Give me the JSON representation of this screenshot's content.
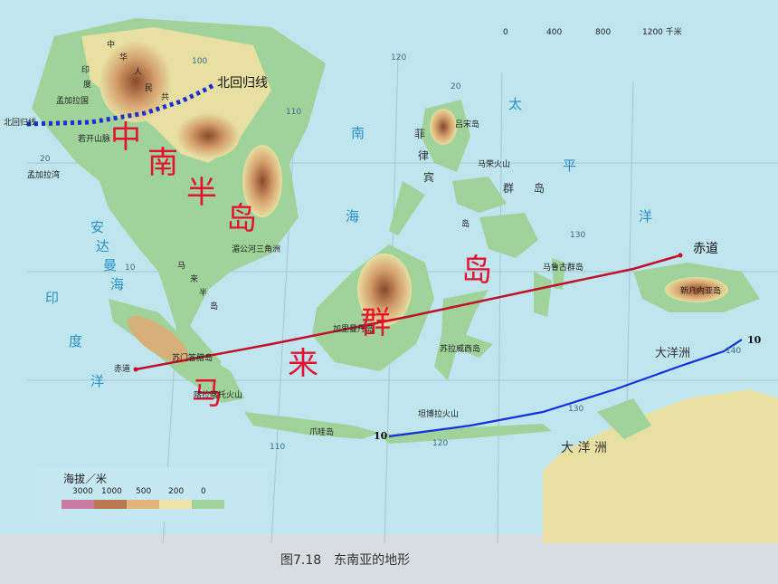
{
  "map": {
    "labels": {
      "tropic": "北回归线",
      "equator_marker": "赤道",
      "equator_left": "赤道",
      "tropic_left": "北回归线",
      "zhong": "中",
      "nan": "南",
      "ban": "半",
      "dao1": "岛",
      "ma": "马",
      "lai": "来",
      "qun": "群",
      "dao2": "岛",
      "num_right": "10",
      "num_bottom": "10"
    },
    "sea_labels": {
      "south_sea": "南",
      "sea": "海",
      "tai": "太",
      "ping": "平",
      "yang": "洋",
      "india_yin": "印",
      "india_du": "度",
      "india_yang": "洋",
      "an": "安",
      "da": "达",
      "man": "曼",
      "hai2": "海",
      "dayangzhou_right": "大洋洲",
      "dayangzhou_bottom": "大 洋 洲"
    },
    "place_labels": {
      "ph1": "菲",
      "ph2": "律",
      "ph3": "宾",
      "ph4": "群",
      "ph5": "岛",
      "luzon": "吕宋岛",
      "mindanao": "岛",
      "borneo": "加里曼丹岛",
      "sulawesi": "苏拉威西岛",
      "java": "爪哇岛",
      "sumatra": "苏门答腊岛",
      "newguinea": "新几内亚岛",
      "malaysia_ma": "马",
      "malaysia_lai": "来",
      "malaysia_ban": "半",
      "malaysia_dao": "岛",
      "moluccas": "马鲁古群岛",
      "mekong": "湄公河三角洲",
      "china1": "中",
      "china2": "华",
      "china3": "人",
      "china4": "民",
      "china5": "共",
      "india1": "印",
      "india2": "度",
      "bangla": "孟加拉国",
      "bay": "孟加拉湾",
      "ruokai": "若开山脉",
      "volcano1": "坦博拉火山",
      "volcano2": "喀拉喀托火山",
      "volcano3": "马荣火山"
    },
    "coords": {
      "lon100": "100",
      "lon110": "110",
      "lon120": "120",
      "lon130": "130",
      "lon140": "140",
      "lat20": "20",
      "lat10": "10",
      "lat20r": "20",
      "lon110b": "110",
      "lon120b": "120",
      "lon130b": "130"
    },
    "scale": {
      "t0": "0",
      "t1": "400",
      "t2": "800",
      "t3": "1200 千米"
    },
    "legend": {
      "title": "海拔／米",
      "ticks": [
        "3000",
        "1000",
        "500",
        "200",
        "0"
      ]
    },
    "caption": "图7.18　东南亚的地形",
    "colors": {
      "ocean": "#bfe5ee",
      "land_low": "#9fd39a",
      "land_mid": "#e8dfa2",
      "land_high": "#c98a55",
      "mountain": "#8a4a2a",
      "tropic_line": "#1a2fd6",
      "equator_line": "#c0102a",
      "blue_line": "#1430e0"
    }
  }
}
